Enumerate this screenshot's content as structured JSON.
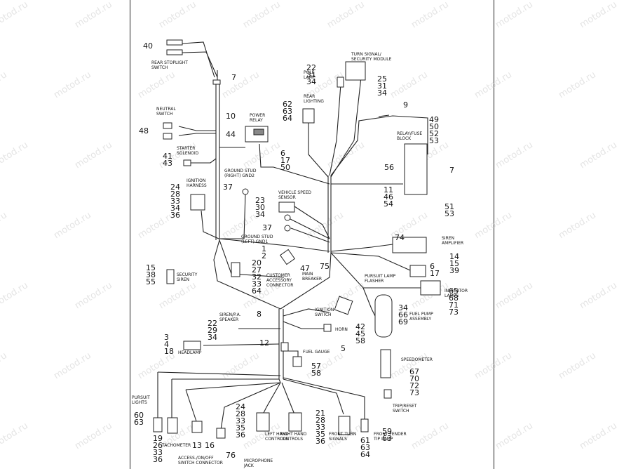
{
  "watermark": "motod.ru",
  "callouts": [
    {
      "lines": [
        "40"
      ]
    },
    {
      "lines": [
        "7"
      ]
    },
    {
      "lines": [
        "22",
        "31",
        "34"
      ]
    },
    {
      "lines": [
        "25",
        "31",
        "34"
      ]
    },
    {
      "lines": [
        "9"
      ]
    },
    {
      "lines": [
        "62",
        "63",
        "64"
      ]
    },
    {
      "lines": [
        "10"
      ]
    },
    {
      "lines": [
        "44"
      ]
    },
    {
      "lines": [
        "49",
        "50",
        "52",
        "53"
      ]
    },
    {
      "lines": [
        "48"
      ]
    },
    {
      "lines": [
        "6",
        "17",
        "50"
      ]
    },
    {
      "lines": [
        "41",
        "43"
      ]
    },
    {
      "lines": [
        "56"
      ]
    },
    {
      "lines": [
        "7"
      ]
    },
    {
      "lines": [
        "37"
      ]
    },
    {
      "lines": [
        "24",
        "28",
        "33",
        "34",
        "36"
      ]
    },
    {
      "lines": [
        "11",
        "46",
        "54"
      ]
    },
    {
      "lines": [
        "51",
        "53"
      ]
    },
    {
      "lines": [
        "23",
        "30",
        "34"
      ]
    },
    {
      "lines": [
        "37"
      ]
    },
    {
      "lines": [
        "74"
      ]
    },
    {
      "lines": [
        "1",
        "2"
      ]
    },
    {
      "lines": [
        "14",
        "15",
        "39"
      ]
    },
    {
      "lines": [
        "20",
        "27",
        "32",
        "33",
        "64"
      ]
    },
    {
      "lines": [
        "15",
        "38",
        "55"
      ]
    },
    {
      "lines": [
        "47"
      ]
    },
    {
      "lines": [
        "75"
      ]
    },
    {
      "lines": [
        "6",
        "17"
      ]
    },
    {
      "lines": [
        "65",
        "68",
        "71",
        "73"
      ]
    },
    {
      "lines": [
        "34",
        "66",
        "69"
      ]
    },
    {
      "lines": [
        "8"
      ]
    },
    {
      "lines": [
        "22",
        "29",
        "34"
      ]
    },
    {
      "lines": [
        "42",
        "45",
        "58"
      ]
    },
    {
      "lines": [
        "3",
        "4",
        "18"
      ]
    },
    {
      "lines": [
        "12"
      ]
    },
    {
      "lines": [
        "5"
      ]
    },
    {
      "lines": [
        "57",
        "58"
      ]
    },
    {
      "lines": [
        "67",
        "70",
        "72",
        "73"
      ]
    },
    {
      "lines": [
        "60",
        "63"
      ]
    },
    {
      "lines": [
        "24",
        "28",
        "33",
        "35",
        "36"
      ]
    },
    {
      "lines": [
        "21",
        "28",
        "33",
        "35",
        "36"
      ]
    },
    {
      "lines": [
        "59",
        "63"
      ]
    },
    {
      "lines": [
        "19",
        "26",
        "33",
        "36"
      ]
    },
    {
      "lines": [
        "13"
      ]
    },
    {
      "lines": [
        "16"
      ]
    },
    {
      "lines": [
        "76"
      ]
    },
    {
      "lines": [
        "61",
        "63",
        "64"
      ]
    }
  ],
  "component_labels": [
    {
      "lines": [
        "REAR STOPLIGHT",
        "SWITCH"
      ]
    },
    {
      "lines": [
        "POLE",
        "LAMP"
      ]
    },
    {
      "lines": [
        "TURN SIGNAL/",
        "SECURITY MODULE"
      ]
    },
    {
      "lines": [
        "REAR",
        "LIGHTING"
      ]
    },
    {
      "lines": [
        "POWER",
        "RELAY"
      ]
    },
    {
      "lines": [
        "NEUTRAL",
        "SWITCH"
      ]
    },
    {
      "lines": [
        "RELAY/FUSE",
        "BLOCK"
      ]
    },
    {
      "lines": [
        "STARTER",
        "SOLENOID"
      ]
    },
    {
      "lines": [
        "GROUND STUD",
        "(RIGHT) GND2"
      ]
    },
    {
      "lines": [
        "IGNITION",
        "HARNESS"
      ]
    },
    {
      "lines": [
        "VEHICLE SPEED",
        "SENSOR"
      ]
    },
    {
      "lines": [
        "GROUND STUD",
        "(LEFT) GND1"
      ]
    },
    {
      "lines": [
        "SIREN",
        "AMPLIFIER"
      ]
    },
    {
      "lines": [
        "SECURITY",
        "SIREN"
      ]
    },
    {
      "lines": [
        "CUSTOMER",
        "ACCESSORY",
        "CONNECTOR"
      ]
    },
    {
      "lines": [
        "MAIN",
        "BREAKER"
      ]
    },
    {
      "lines": [
        "PURSUIT LAMP",
        "FLASHER"
      ]
    },
    {
      "lines": [
        "INDICATOR",
        "LAMPS"
      ]
    },
    {
      "lines": [
        "FUEL PUMP",
        "ASSEMBLY"
      ]
    },
    {
      "lines": [
        "SIREN/P.A.",
        "SPEAKER"
      ]
    },
    {
      "lines": [
        "IGNITION",
        "SWITCH"
      ]
    },
    {
      "lines": [
        "HORN"
      ]
    },
    {
      "lines": [
        "HEADLAMP"
      ]
    },
    {
      "lines": [
        "FUEL GAUGE"
      ]
    },
    {
      "lines": [
        "SPEEDOMETER"
      ]
    },
    {
      "lines": [
        "PURSUIT",
        "LIGHTS"
      ]
    },
    {
      "lines": [
        "TRIP/RESET",
        "SWITCH"
      ]
    },
    {
      "lines": [
        "LEFT HAND",
        "CONTROLS"
      ]
    },
    {
      "lines": [
        "RIGHT HAND",
        "CONTROLS"
      ]
    },
    {
      "lines": [
        "FRONT TURN",
        "SIGNALS"
      ]
    },
    {
      "lines": [
        "FRONT FENDER",
        "TIP LAMP"
      ]
    },
    {
      "lines": [
        "TACHOMETER"
      ]
    },
    {
      "lines": [
        "ACCESS./ON/OFF",
        "SWITCH CONNECTOR"
      ]
    },
    {
      "lines": [
        "MICROPHONE",
        "JACK"
      ]
    }
  ]
}
